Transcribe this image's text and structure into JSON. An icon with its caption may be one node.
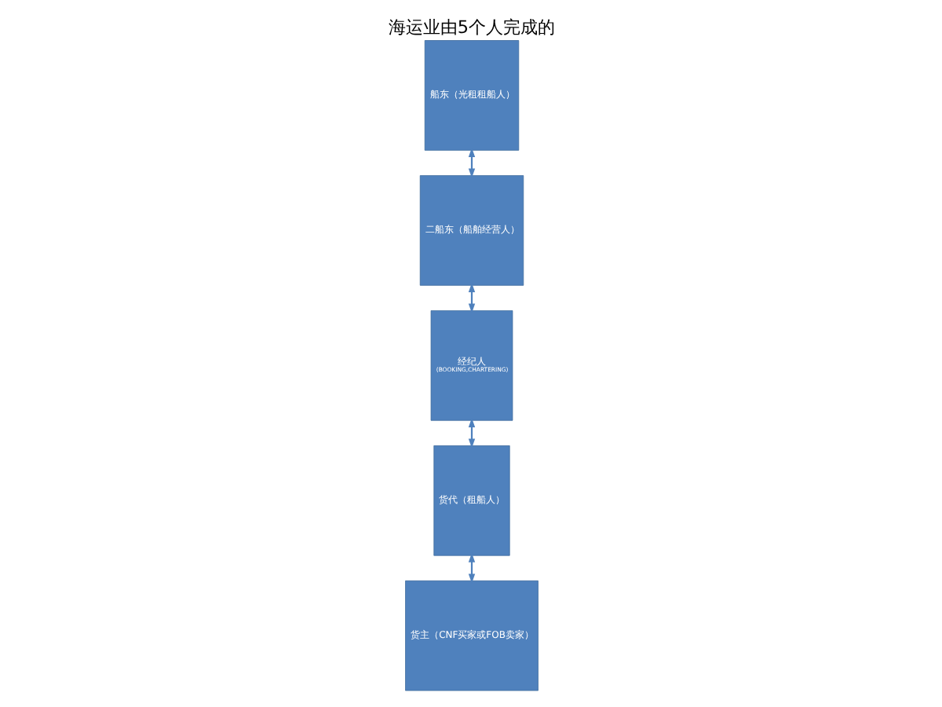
{
  "diagram": {
    "title": "海运业由5个人完成的",
    "nodes": [
      {
        "text": [
          "船东（光租租船人）"
        ]
      },
      {
        "text": [
          "二船东（船舶经营人）"
        ]
      },
      {
        "text": [
          "经纪人",
          "(BOOKING,CHARTERING)"
        ]
      },
      {
        "text": [
          "货代（租船人）"
        ]
      },
      {
        "text": [
          "货主（CNF买家或FOB卖家）"
        ]
      }
    ],
    "edges": [
      {
        "from": 0,
        "to": 1,
        "arrow": "both"
      },
      {
        "from": 1,
        "to": 2,
        "arrow": "both"
      },
      {
        "from": 2,
        "to": 3,
        "arrow": "both"
      },
      {
        "from": 3,
        "to": 4,
        "arrow": "both"
      }
    ]
  }
}
